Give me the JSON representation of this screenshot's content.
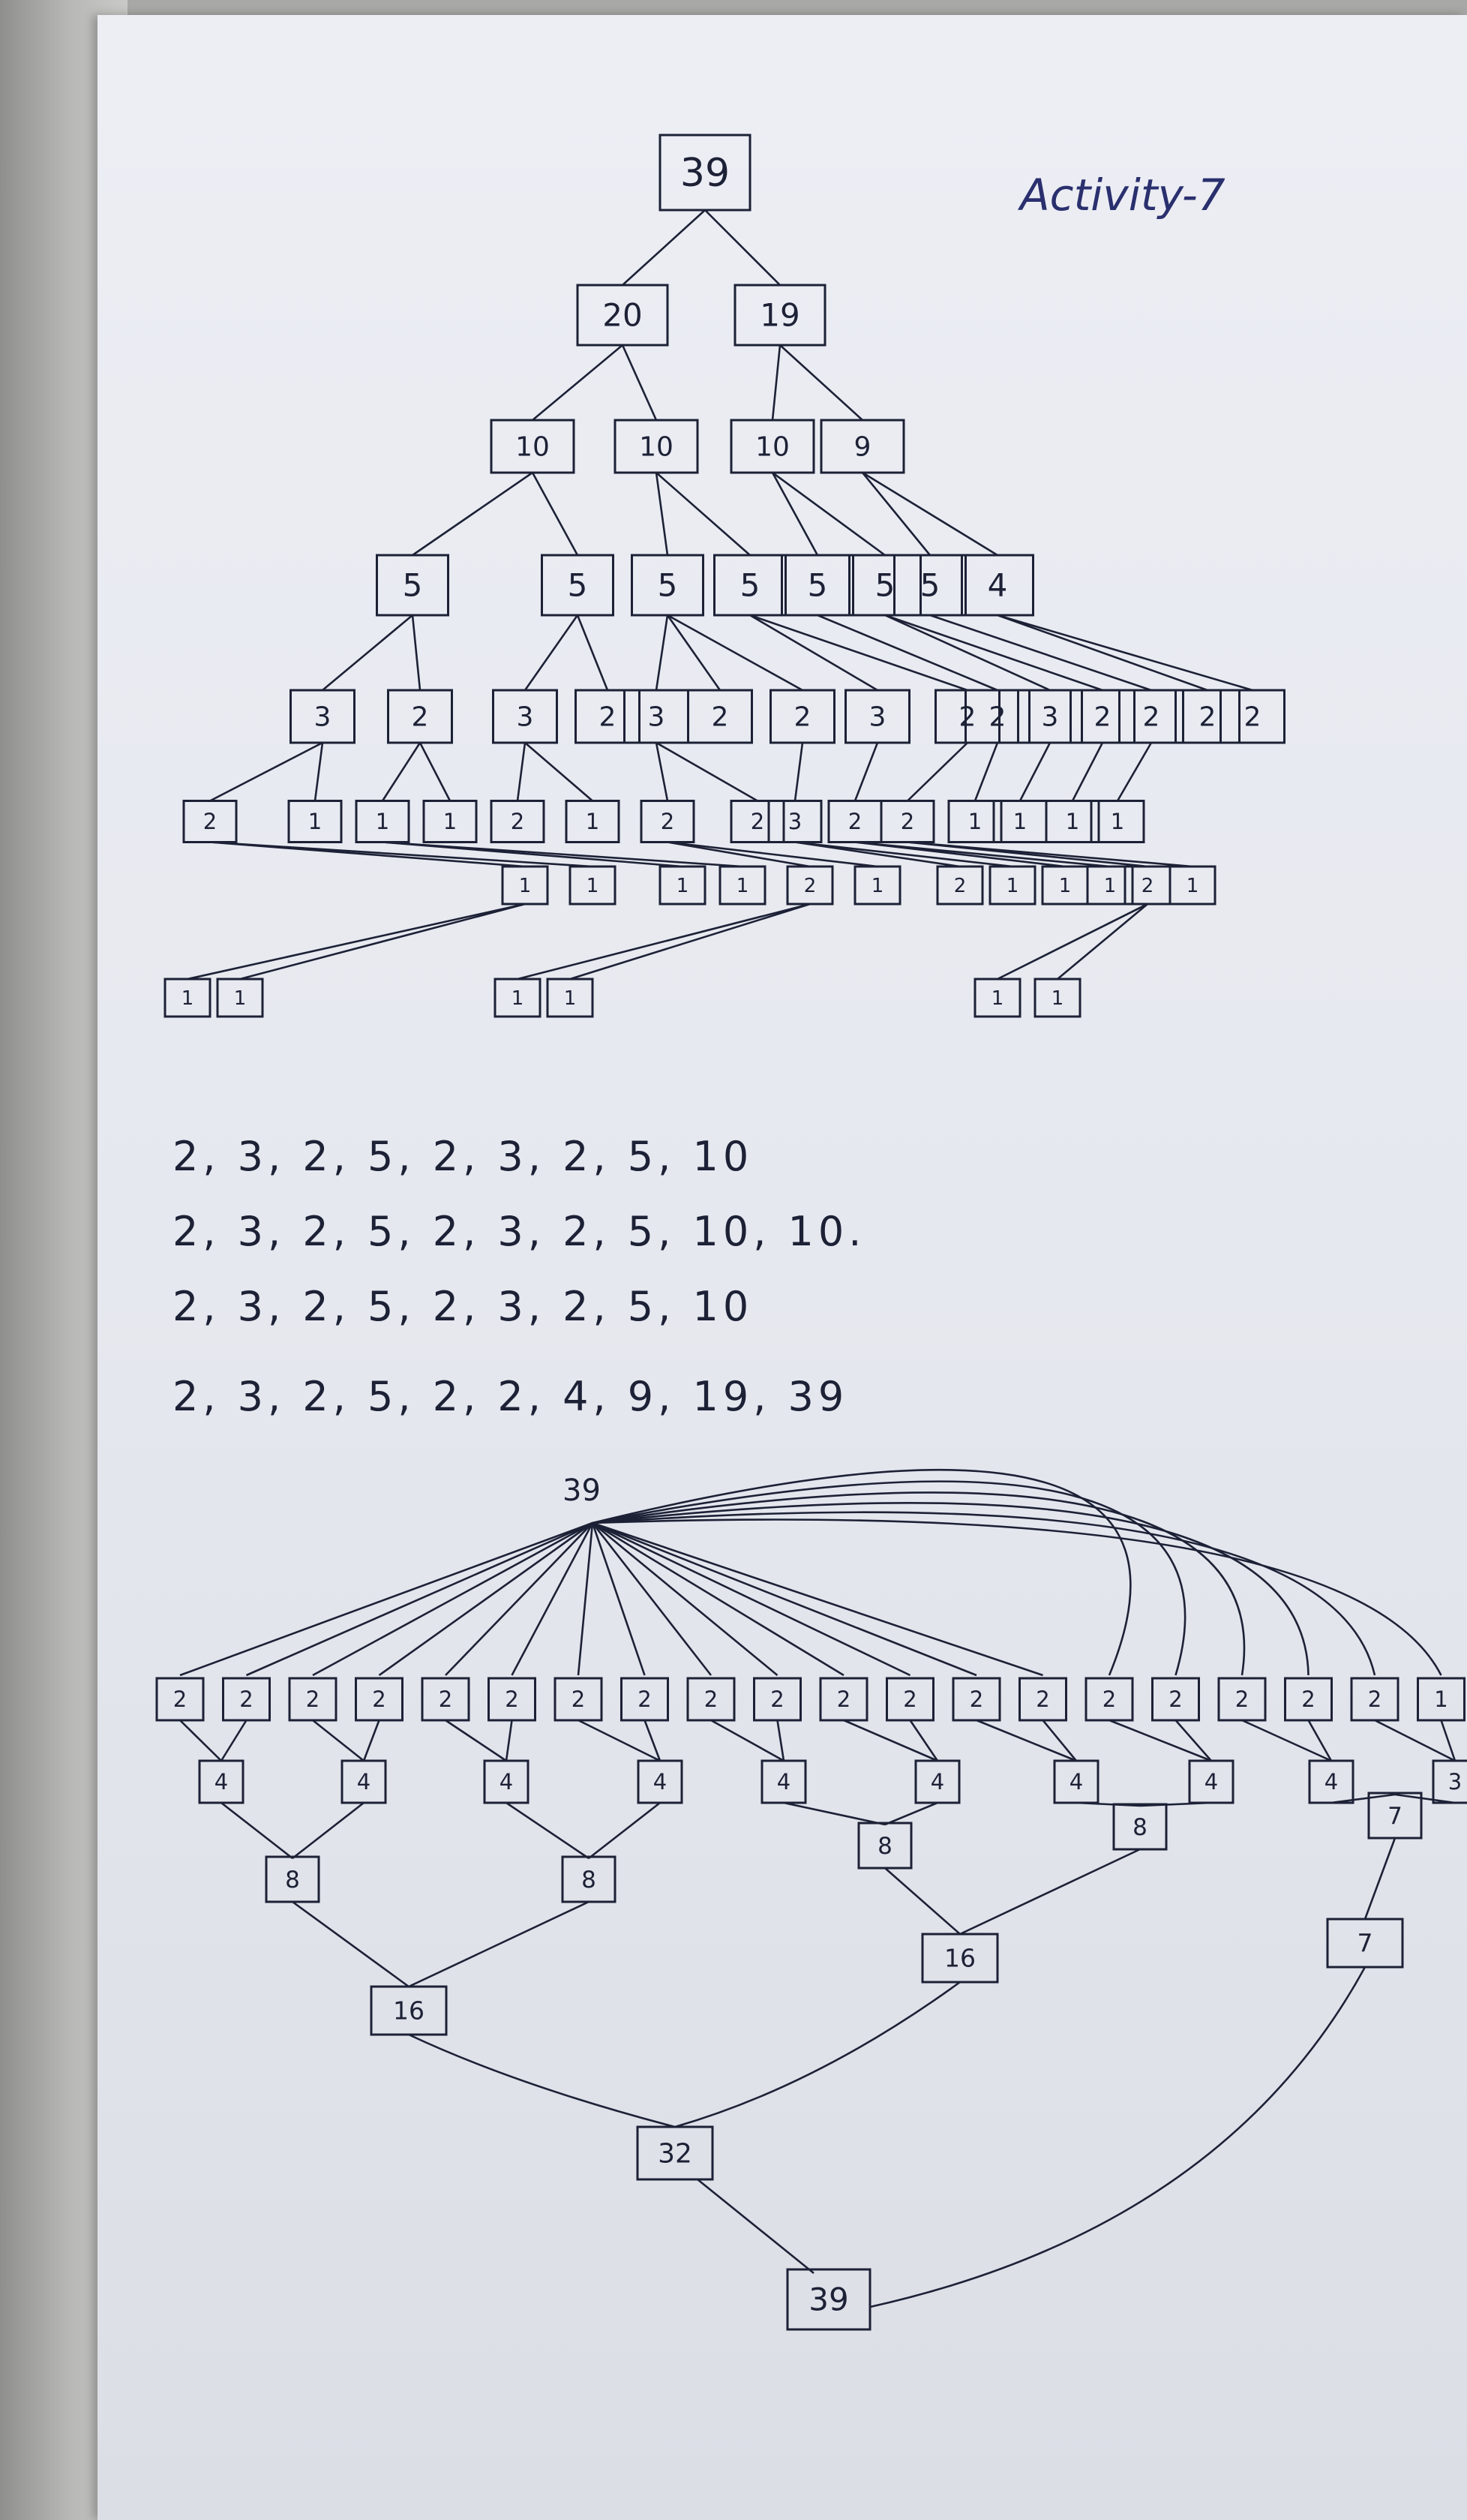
{
  "title": "Activity-7",
  "sequences": [
    "2, 3, 2, 5, 2, 3, 2, 5, 10",
    "2, 3, 2, 5, 2, 3, 2, 5, 10, 10.",
    "2, 3, 2, 5, 2, 3, 2, 5, 10",
    "2, 3, 2, 5, 2, 2, 4, 9, 19, 39"
  ],
  "top_tree_levels": [
    [
      "39"
    ],
    [
      "20",
      "19"
    ],
    [
      "10",
      "10",
      "10",
      "9"
    ],
    [
      "5",
      "5",
      "5",
      "5",
      "5",
      "5",
      "5",
      "4"
    ],
    [
      "3",
      "2",
      "3",
      "2",
      "3",
      "2",
      "2",
      "3",
      "2",
      "2",
      "3",
      "2",
      "2",
      "2",
      "2"
    ],
    [
      "2",
      "1",
      "1",
      "1",
      "2",
      "1",
      "2",
      "2",
      "3",
      "2",
      "2",
      "1",
      "1",
      "1",
      "1"
    ],
    [
      "1",
      "1",
      "1",
      "1",
      "2",
      "1",
      "2",
      "1",
      "1",
      "1",
      "2",
      "1"
    ],
    [
      "1",
      "1",
      "1",
      "1",
      "1",
      "1"
    ]
  ],
  "bottom_graph": {
    "source": "39",
    "top_row": [
      "2",
      "2",
      "2",
      "2",
      "2",
      "2",
      "2",
      "2",
      "2",
      "2",
      "2",
      "2",
      "2",
      "2",
      "2",
      "2",
      "2",
      "2",
      "2",
      "1"
    ],
    "level_4": [
      "4",
      "4",
      "4",
      "4",
      "4",
      "4",
      "4",
      "4",
      "4",
      "3"
    ],
    "level_8": [
      "8",
      "8",
      "8",
      "8",
      "7"
    ],
    "level_16": [
      "16",
      "16",
      "7"
    ],
    "level_32": [
      "32"
    ],
    "sink": "39"
  }
}
